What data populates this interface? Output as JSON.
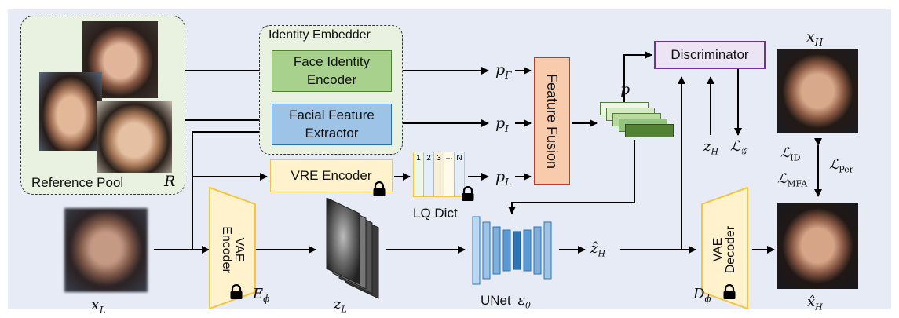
{
  "reference_pool": {
    "label": "Reference Pool",
    "symbol": "R"
  },
  "identity_embedder": {
    "title": "Identity Embedder"
  },
  "face_identity_encoder": {
    "line1": "Face Identity",
    "line2": "Encoder"
  },
  "facial_feature_extractor": {
    "line1": "Facial Feature",
    "line2": "Extractor"
  },
  "vre_encoder": {
    "label": "VRE Encoder"
  },
  "lq_dict": {
    "label": "LQ Dict",
    "cells": [
      "1",
      "2",
      "3",
      "···",
      "N"
    ]
  },
  "feature_fusion": {
    "label": "Feature Fusion"
  },
  "discriminator": {
    "label": "Discriminator"
  },
  "vae_encoder": {
    "line1": "VAE",
    "line2": "Encoder",
    "symbol": "E",
    "subscript": "ϕ"
  },
  "vae_decoder": {
    "line1": "VAE",
    "line2": "Decoder",
    "symbol": "D",
    "subscript": "ϕ"
  },
  "unet": {
    "label": "UNet",
    "symbol": "ε",
    "subscript": "θ"
  },
  "symbols": {
    "pF": {
      "base": "p",
      "sub": "F"
    },
    "pI": {
      "base": "p",
      "sub": "I"
    },
    "pL": {
      "base": "p",
      "sub": "L"
    },
    "p": "p",
    "zH": {
      "base": "z",
      "sub": "H"
    },
    "LG": {
      "base": "ℒ",
      "sub": "𝒢"
    },
    "xH": {
      "base": "x",
      "sub": "H"
    },
    "xL": {
      "base": "x",
      "sub": "L"
    },
    "zL": {
      "base": "z",
      "sub": "L"
    },
    "zhatH": {
      "base": "ẑ",
      "sub": "H"
    },
    "xhatH": {
      "base": "x̂",
      "sub": "H"
    },
    "LID": {
      "base": "ℒ",
      "sub": "ID"
    },
    "LMFA": {
      "base": "ℒ",
      "sub": "MFA"
    },
    "LPer": {
      "base": "ℒ",
      "sub": "Per"
    }
  },
  "colors": {
    "panel_bg": "#e6ebf6",
    "embedder_bg": "#e9f2e1",
    "green_box": "#a9d18e",
    "green_border": "#4f7f33",
    "blue_box": "#9dc3e6",
    "blue_border": "#2e6ea8",
    "yellow_box": "#fff2cc",
    "yellow_border": "#f4c542",
    "fusion_box": "#f8cbad",
    "fusion_border": "#c0392b",
    "disc_border": "#7030a0",
    "unet_blue": "#5b9bd5",
    "unet_dark": "#2e75b6"
  }
}
